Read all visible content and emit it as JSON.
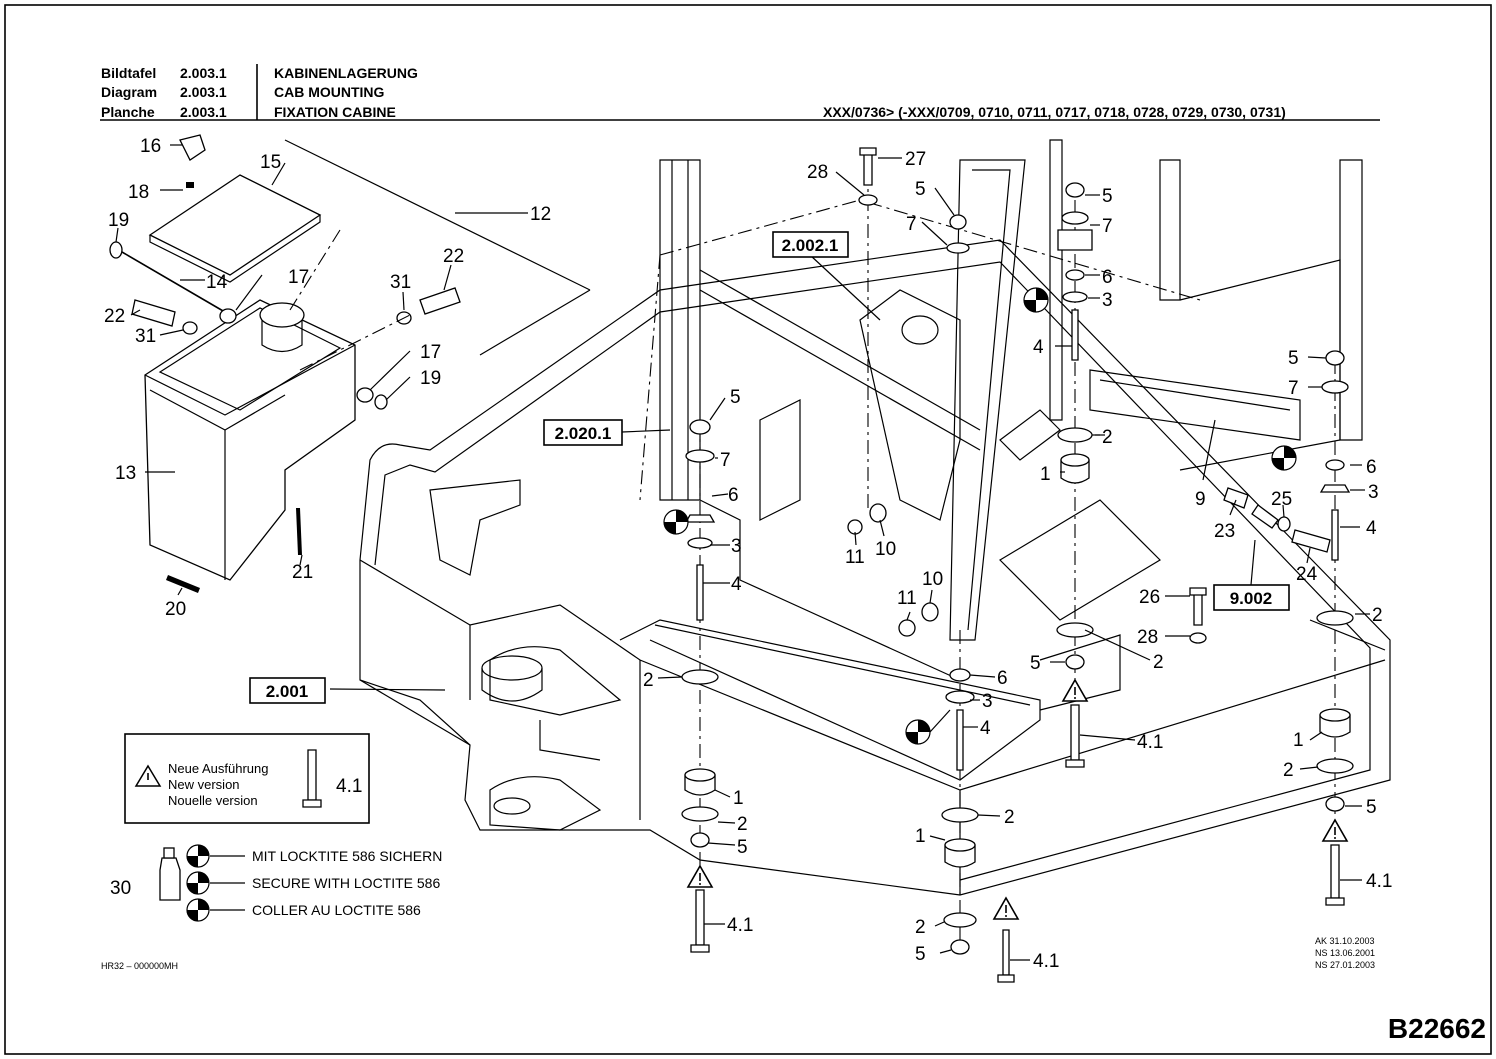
{
  "header": {
    "rows": [
      {
        "label": "Bildtafel",
        "number": "2.003.1",
        "title": "KABINENLAGERUNG"
      },
      {
        "label": "Diagram",
        "number": "2.003.1",
        "title": "CAB MOUNTING"
      },
      {
        "label": "Planche",
        "number": "2.003.1",
        "title": "FIXATION CABINE"
      }
    ],
    "serial_range": "XXX/0736> (-XXX/0709, 0710, 0711, 0717, 0718, 0728, 0729, 0730, 0731)"
  },
  "refs": {
    "r2002_1": "2.002.1",
    "r2020_1": "2.020.1",
    "r2001": "2.001",
    "r9002": "9.002"
  },
  "callouts": {
    "c1": "1",
    "c2": "2",
    "c3": "3",
    "c4": "4",
    "c4_1": "4.1",
    "c5": "5",
    "c6": "6",
    "c7": "7",
    "c9": "9",
    "c10": "10",
    "c11": "11",
    "c12": "12",
    "c13": "13",
    "c14": "14",
    "c15": "15",
    "c16": "16",
    "c17": "17",
    "c18": "18",
    "c19": "19",
    "c20": "20",
    "c21": "21",
    "c22": "22",
    "c23": "23",
    "c24": "24",
    "c25": "25",
    "c26": "26",
    "c27": "27",
    "c28": "28",
    "c30": "30",
    "c31": "31"
  },
  "version_box": {
    "line1": "Neue Ausführung",
    "line2": "New version",
    "line3": "Nouelle version",
    "part": "4.1"
  },
  "loctite": {
    "de": "MIT LOCKTITE 586 SICHERN",
    "en": "SECURE WITH LOCTITE 586",
    "fr": "COLLER AU LOCTITE 586",
    "part": "30"
  },
  "footer": {
    "left_code": "HR32 – 000000MH",
    "revisions": [
      "AK  31.10.2003",
      "NS  13.06.2001",
      "NS  27.01.2003"
    ],
    "drawing_id": "B22662"
  }
}
